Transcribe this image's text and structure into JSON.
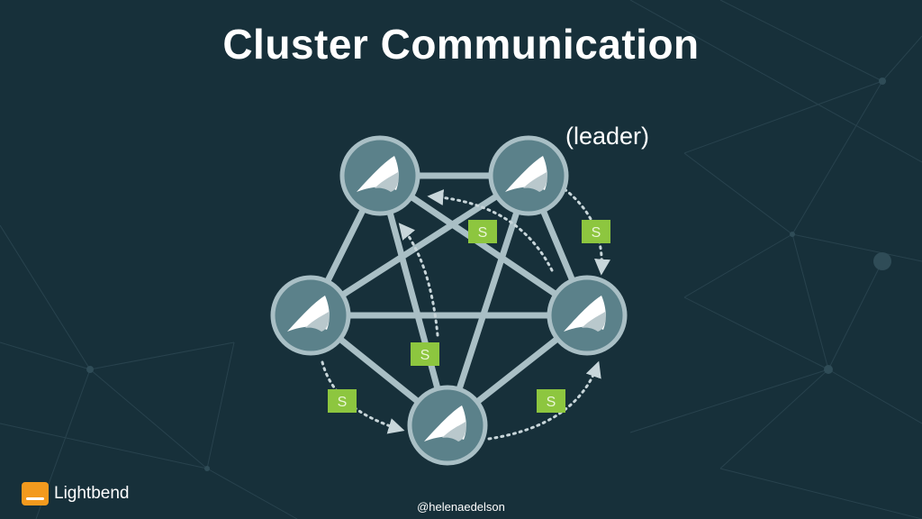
{
  "slide": {
    "title": "Cluster Communication",
    "leader_label": "(leader)",
    "brand_name": "Lightbend",
    "handle": "@helenaedelson"
  },
  "badge_label": "S",
  "colors": {
    "background": "#17303a",
    "node_fill": "#5b818a",
    "node_ring": "#a9bfc5",
    "link": "#a9bfc5",
    "badge": "#8dc63f",
    "badge_text": "#eaf6d6",
    "arrow": "#c8d6da",
    "brand": "#f39a1e"
  },
  "icons": {
    "node": "sail-icon",
    "brand": "lightbend-logo-icon"
  }
}
